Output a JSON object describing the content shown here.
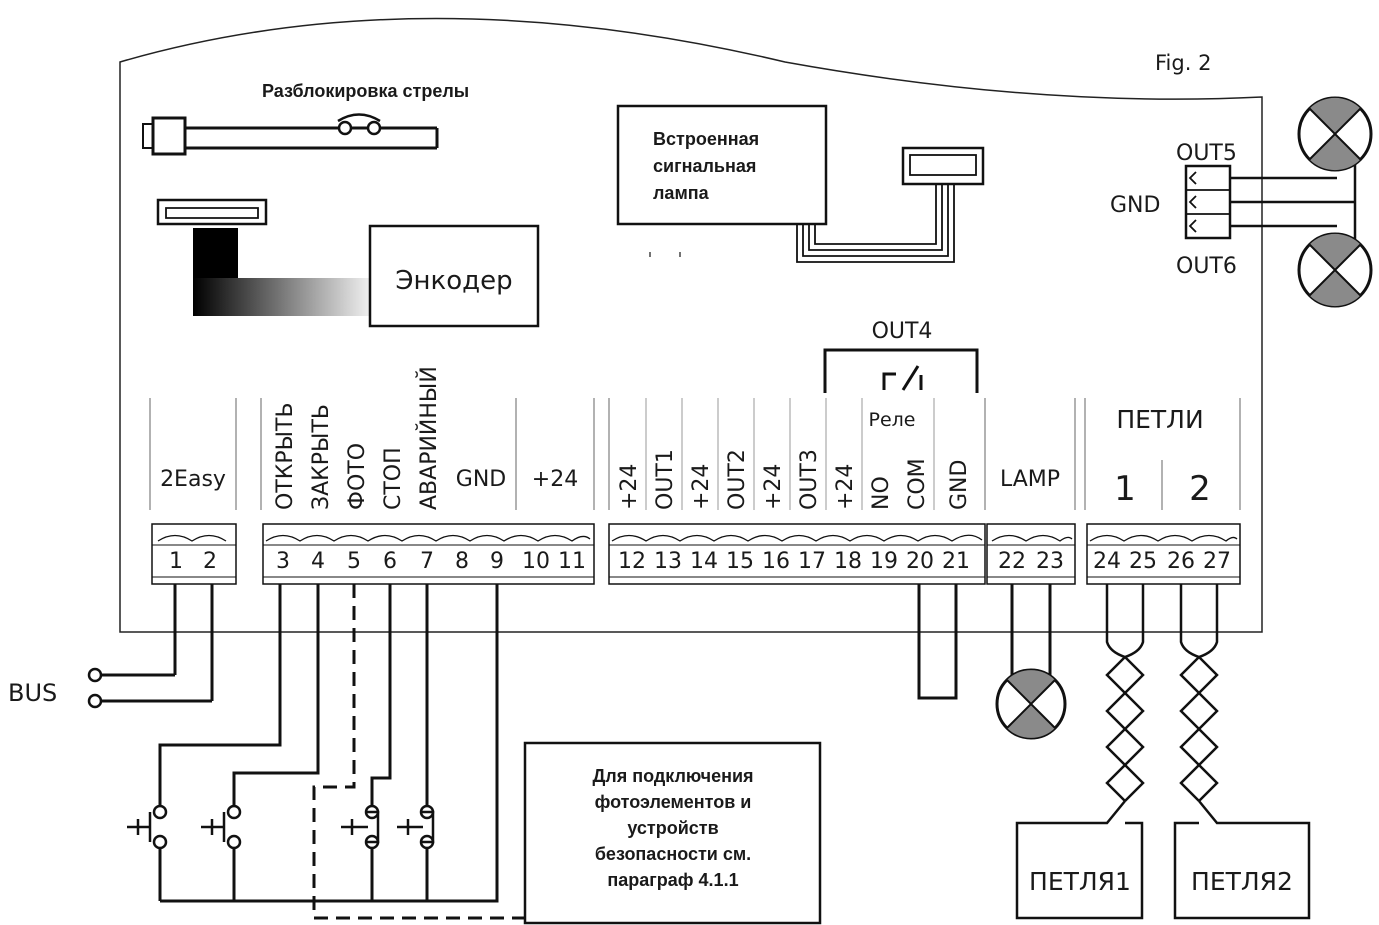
{
  "figure_label": "Fig. 2",
  "unlock": {
    "title": "Разблокировка стрелы"
  },
  "lamp_builtin": {
    "lines": [
      "Встроенная",
      "сигнальная",
      "лампа"
    ]
  },
  "encoder": {
    "label": "Энкодер"
  },
  "outputs_right": {
    "out5": "OUT5",
    "gnd": "GND",
    "out6": "OUT6"
  },
  "out4": {
    "title": "OUT4",
    "relay": "Реле"
  },
  "bus": {
    "label": "BUS"
  },
  "groups": {
    "easy": {
      "label": "2Easy",
      "terminals": [
        "1",
        "2"
      ]
    },
    "inputs": {
      "labels": [
        "ОТКРЫТЬ",
        "ЗАКРЫТЬ",
        "ФОТО",
        "СТОП",
        "АВАРИЙНЫЙ"
      ],
      "gnd": "GND",
      "p24": "+24",
      "terminals": [
        "3",
        "4",
        "5",
        "6",
        "7",
        "8",
        "9",
        "10",
        "11"
      ]
    },
    "outs": {
      "labels": [
        "+24",
        "OUT1",
        "+24",
        "OUT2",
        "+24",
        "OUT3",
        "+24",
        "NO",
        "COM",
        "GND"
      ],
      "terminals": [
        "12",
        "13",
        "14",
        "15",
        "16",
        "17",
        "18",
        "19",
        "20",
        "21"
      ]
    },
    "lamp": {
      "label": "LAMP",
      "terminals": [
        "22",
        "23"
      ]
    },
    "loops": {
      "title": "ПЕТЛИ",
      "num1": "1",
      "num2": "2",
      "terminals": [
        "24",
        "25",
        "26",
        "27"
      ],
      "box1": "ПЕТЛЯ1",
      "box2": "ПЕТЛЯ2"
    }
  },
  "note": {
    "lines": [
      "Для подключения",
      "фотоэлементов и",
      "устройств",
      "безопасности см.",
      "параграф 4.1.1"
    ]
  }
}
